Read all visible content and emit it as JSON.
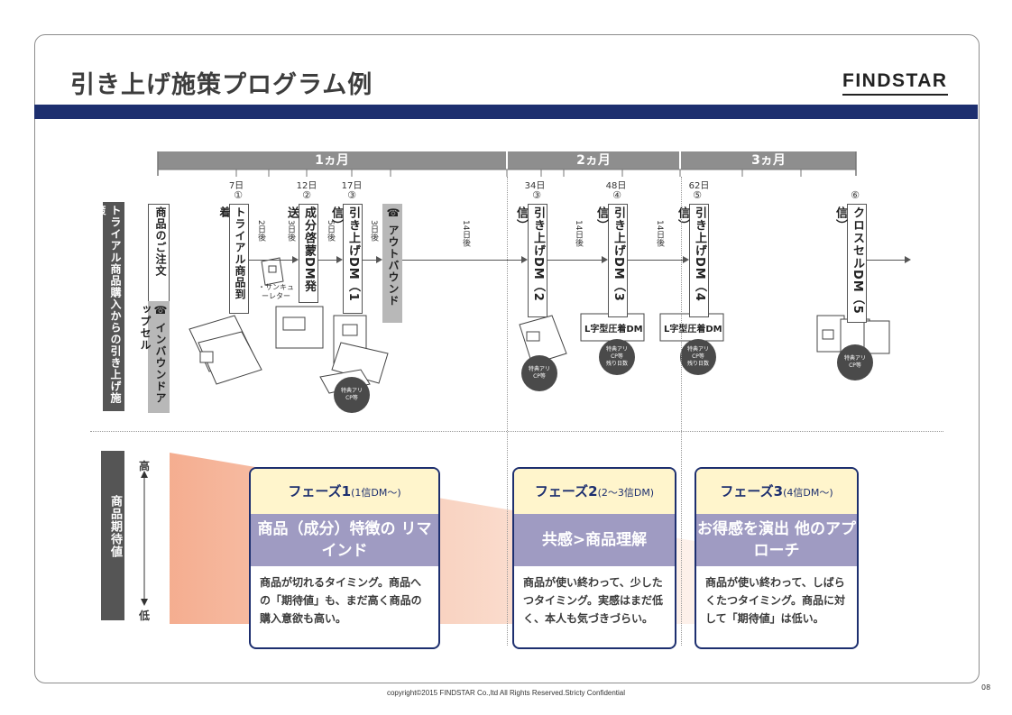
{
  "header": {
    "title": "引き上げ施策プログラム例",
    "logo": "FINDSTAR"
  },
  "timeline": {
    "months": [
      "1ヵ月",
      "2ヵ月",
      "3ヵ月"
    ],
    "days": [
      "7日",
      "12日",
      "17日",
      "34日",
      "48日",
      "62日"
    ],
    "numbers": [
      "①",
      "②",
      "③",
      "③",
      "④",
      "⑤",
      "⑥"
    ],
    "gaps": [
      "2日後",
      "3日後",
      "5日後",
      "3日後",
      "14日後",
      "14日後",
      "14日後"
    ]
  },
  "side_label": "トライアル商品購入からの引き上げ施策",
  "steps": {
    "order": "商品のご注文",
    "inbound": "☎ インバウンドアップセル",
    "trial": "トライアル商品到着",
    "thanks_note": "・サンキューレター",
    "dm1": "成分啓蒙DM発送",
    "up1": "引き上げDM（1信）",
    "outbound": "☎ アウトバウンド",
    "up2": "引き上げDM（2信）",
    "up3": "引き上げDM（3信）",
    "up4": "引き上げDM（4信）",
    "cross": "クロスセルDM（5信）",
    "press_dm": "L字型圧着DM",
    "badge_a": "特典アリ",
    "badge_b": "CP等",
    "badge_c": "残り日数"
  },
  "expectation": {
    "label": "商品期待値",
    "high": "高",
    "low": "低"
  },
  "phases": [
    {
      "title": "フェーズ1",
      "sub": "(1信DM〜)",
      "band": "商品（成分）特徴の リマインド",
      "body": "商品が切れるタイミング。商品への「期待値」も、まだ高く商品の購入意欲も高い。"
    },
    {
      "title": "フェーズ2",
      "sub": "(2〜3信DM)",
      "band": "共感>商品理解",
      "body": "商品が使い終わって、少したつタイミング。実感はまだ低く、本人も気づきづらい。"
    },
    {
      "title": "フェーズ3",
      "sub": "(4信DM〜)",
      "band": "お得感を演出 他のアプローチ",
      "body": "商品が使い終わって、しばらくたつタイミング。商品に対して「期待値」は低い。"
    }
  ],
  "footer": {
    "copyright": "copyright©2015 FINDSTAR Co.,ltd All Rights Reserved.Stricty Confidential",
    "page": "08"
  },
  "colors": {
    "navy": "#1d2f6f",
    "gray": "#8e8e8e",
    "phase_head": "#fff5cc",
    "phase_band": "#9f9bc2",
    "gradient": "#f4a98a"
  }
}
